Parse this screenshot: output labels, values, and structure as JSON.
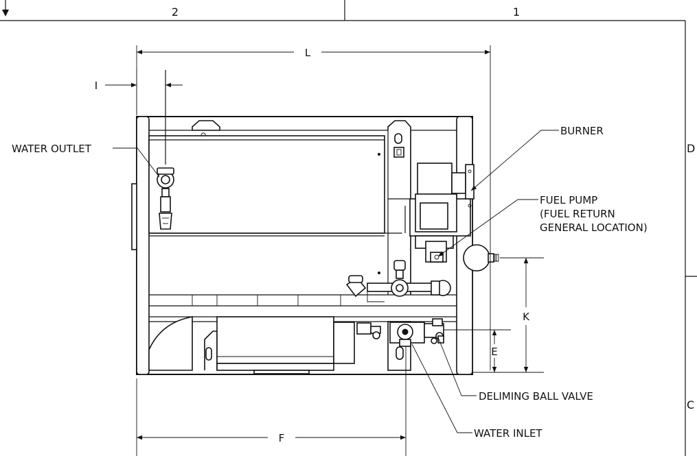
{
  "zones": {
    "col_2": "2",
    "col_1": "1",
    "row_d": "D",
    "row_c": "C"
  },
  "dimensions": {
    "L": "L",
    "I": "I",
    "K": "K",
    "E": "E",
    "F": "F"
  },
  "callouts": {
    "water_outlet": "WATER OUTLET",
    "burner": "BURNER",
    "fuel_pump_1": "FUEL PUMP",
    "fuel_pump_2": "(FUEL RETURN",
    "fuel_pump_3": "GENERAL LOCATION)",
    "deliming_ball_valve": "DELIMING BALL VALVE",
    "water_inlet": "WATER INLET"
  },
  "colors": {
    "ink": "#111111",
    "paper": "#ffffff"
  }
}
